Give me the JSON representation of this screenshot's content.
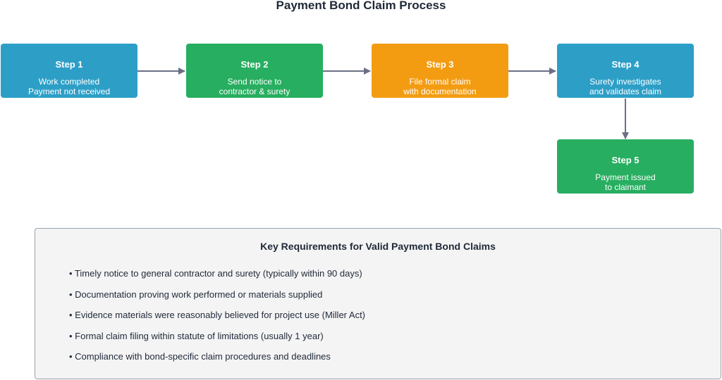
{
  "title": "Payment Bond Claim Process",
  "colors": {
    "blue": "#2d9fc7",
    "green": "#27ae60",
    "orange": "#f39c12",
    "arrow": "#6b6f86",
    "panel_bg": "#f4f4f5",
    "panel_border": "#9aa3ad"
  },
  "steps": [
    {
      "title": "Step 1",
      "lines": [
        "Work completed",
        "Payment not received"
      ],
      "color": "#2d9fc7"
    },
    {
      "title": "Step 2",
      "lines": [
        "Send notice to",
        "contractor & surety"
      ],
      "color": "#27ae60"
    },
    {
      "title": "Step 3",
      "lines": [
        "File formal claim",
        "with documentation"
      ],
      "color": "#f39c12"
    },
    {
      "title": "Step 4",
      "lines": [
        "Surety investigates",
        "and validates claim"
      ],
      "color": "#2d9fc7"
    },
    {
      "title": "Step 5",
      "lines": [
        "Payment issued",
        "to claimant"
      ],
      "color": "#27ae60"
    }
  ],
  "requirements": {
    "title": "Key Requirements for Valid Payment Bond Claims",
    "items": [
      "• Timely notice to general contractor and surety (typically within 90 days)",
      "• Documentation proving work performed or materials supplied",
      "• Evidence materials were reasonably believed for project use (Miller Act)",
      "• Formal claim filing within statute of limitations (usually 1 year)",
      "• Compliance with bond-specific claim procedures and deadlines"
    ]
  }
}
